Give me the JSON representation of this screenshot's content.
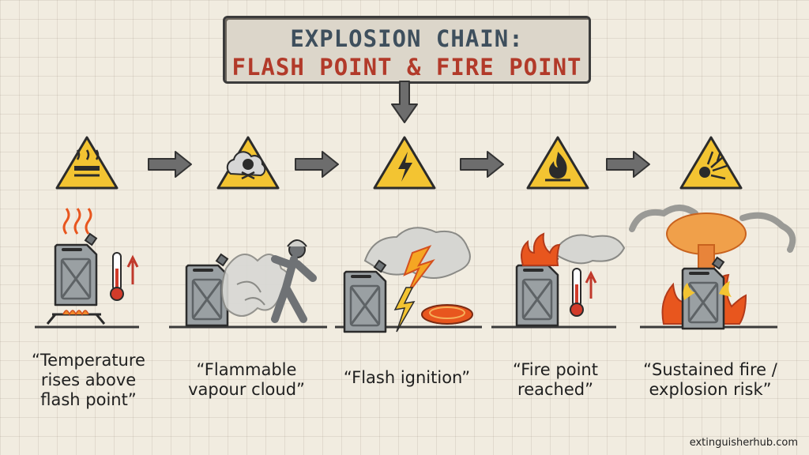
{
  "title": {
    "line1": "EXPLOSION CHAIN:",
    "line2": "FLASH POINT & FIRE POINT"
  },
  "steps": [
    {
      "icon": "heat-warning-icon",
      "caption": "“Temperature rises above flash point”"
    },
    {
      "icon": "toxic-cloud-warning-icon",
      "caption": "“Flammable vapour cloud”"
    },
    {
      "icon": "high-voltage-warning-icon",
      "caption": "“Flash ignition”"
    },
    {
      "icon": "flame-warning-icon",
      "caption": "“Fire point reached”"
    },
    {
      "icon": "explosive-warning-icon",
      "caption": "“Sustained fire / explosion risk”"
    }
  ],
  "captions": {
    "s1": [
      "“Temperature",
      "rises above",
      "flash point”"
    ],
    "s2": [
      "“Flammable",
      "vapour cloud”"
    ],
    "s3": [
      "“Flash ignition”"
    ],
    "s4": [
      "“Fire point",
      "reached”"
    ],
    "s5": [
      "“Sustained fire /",
      "explosion risk”"
    ]
  },
  "credit": "extinguisherhub.com",
  "colors": {
    "warning_yellow": "#f3c432",
    "outline": "#2b2b2b",
    "fire": "#e8561e",
    "can": "#9aa0a3",
    "title_red": "#b23a2a",
    "title_blue": "#3e4f5d"
  }
}
